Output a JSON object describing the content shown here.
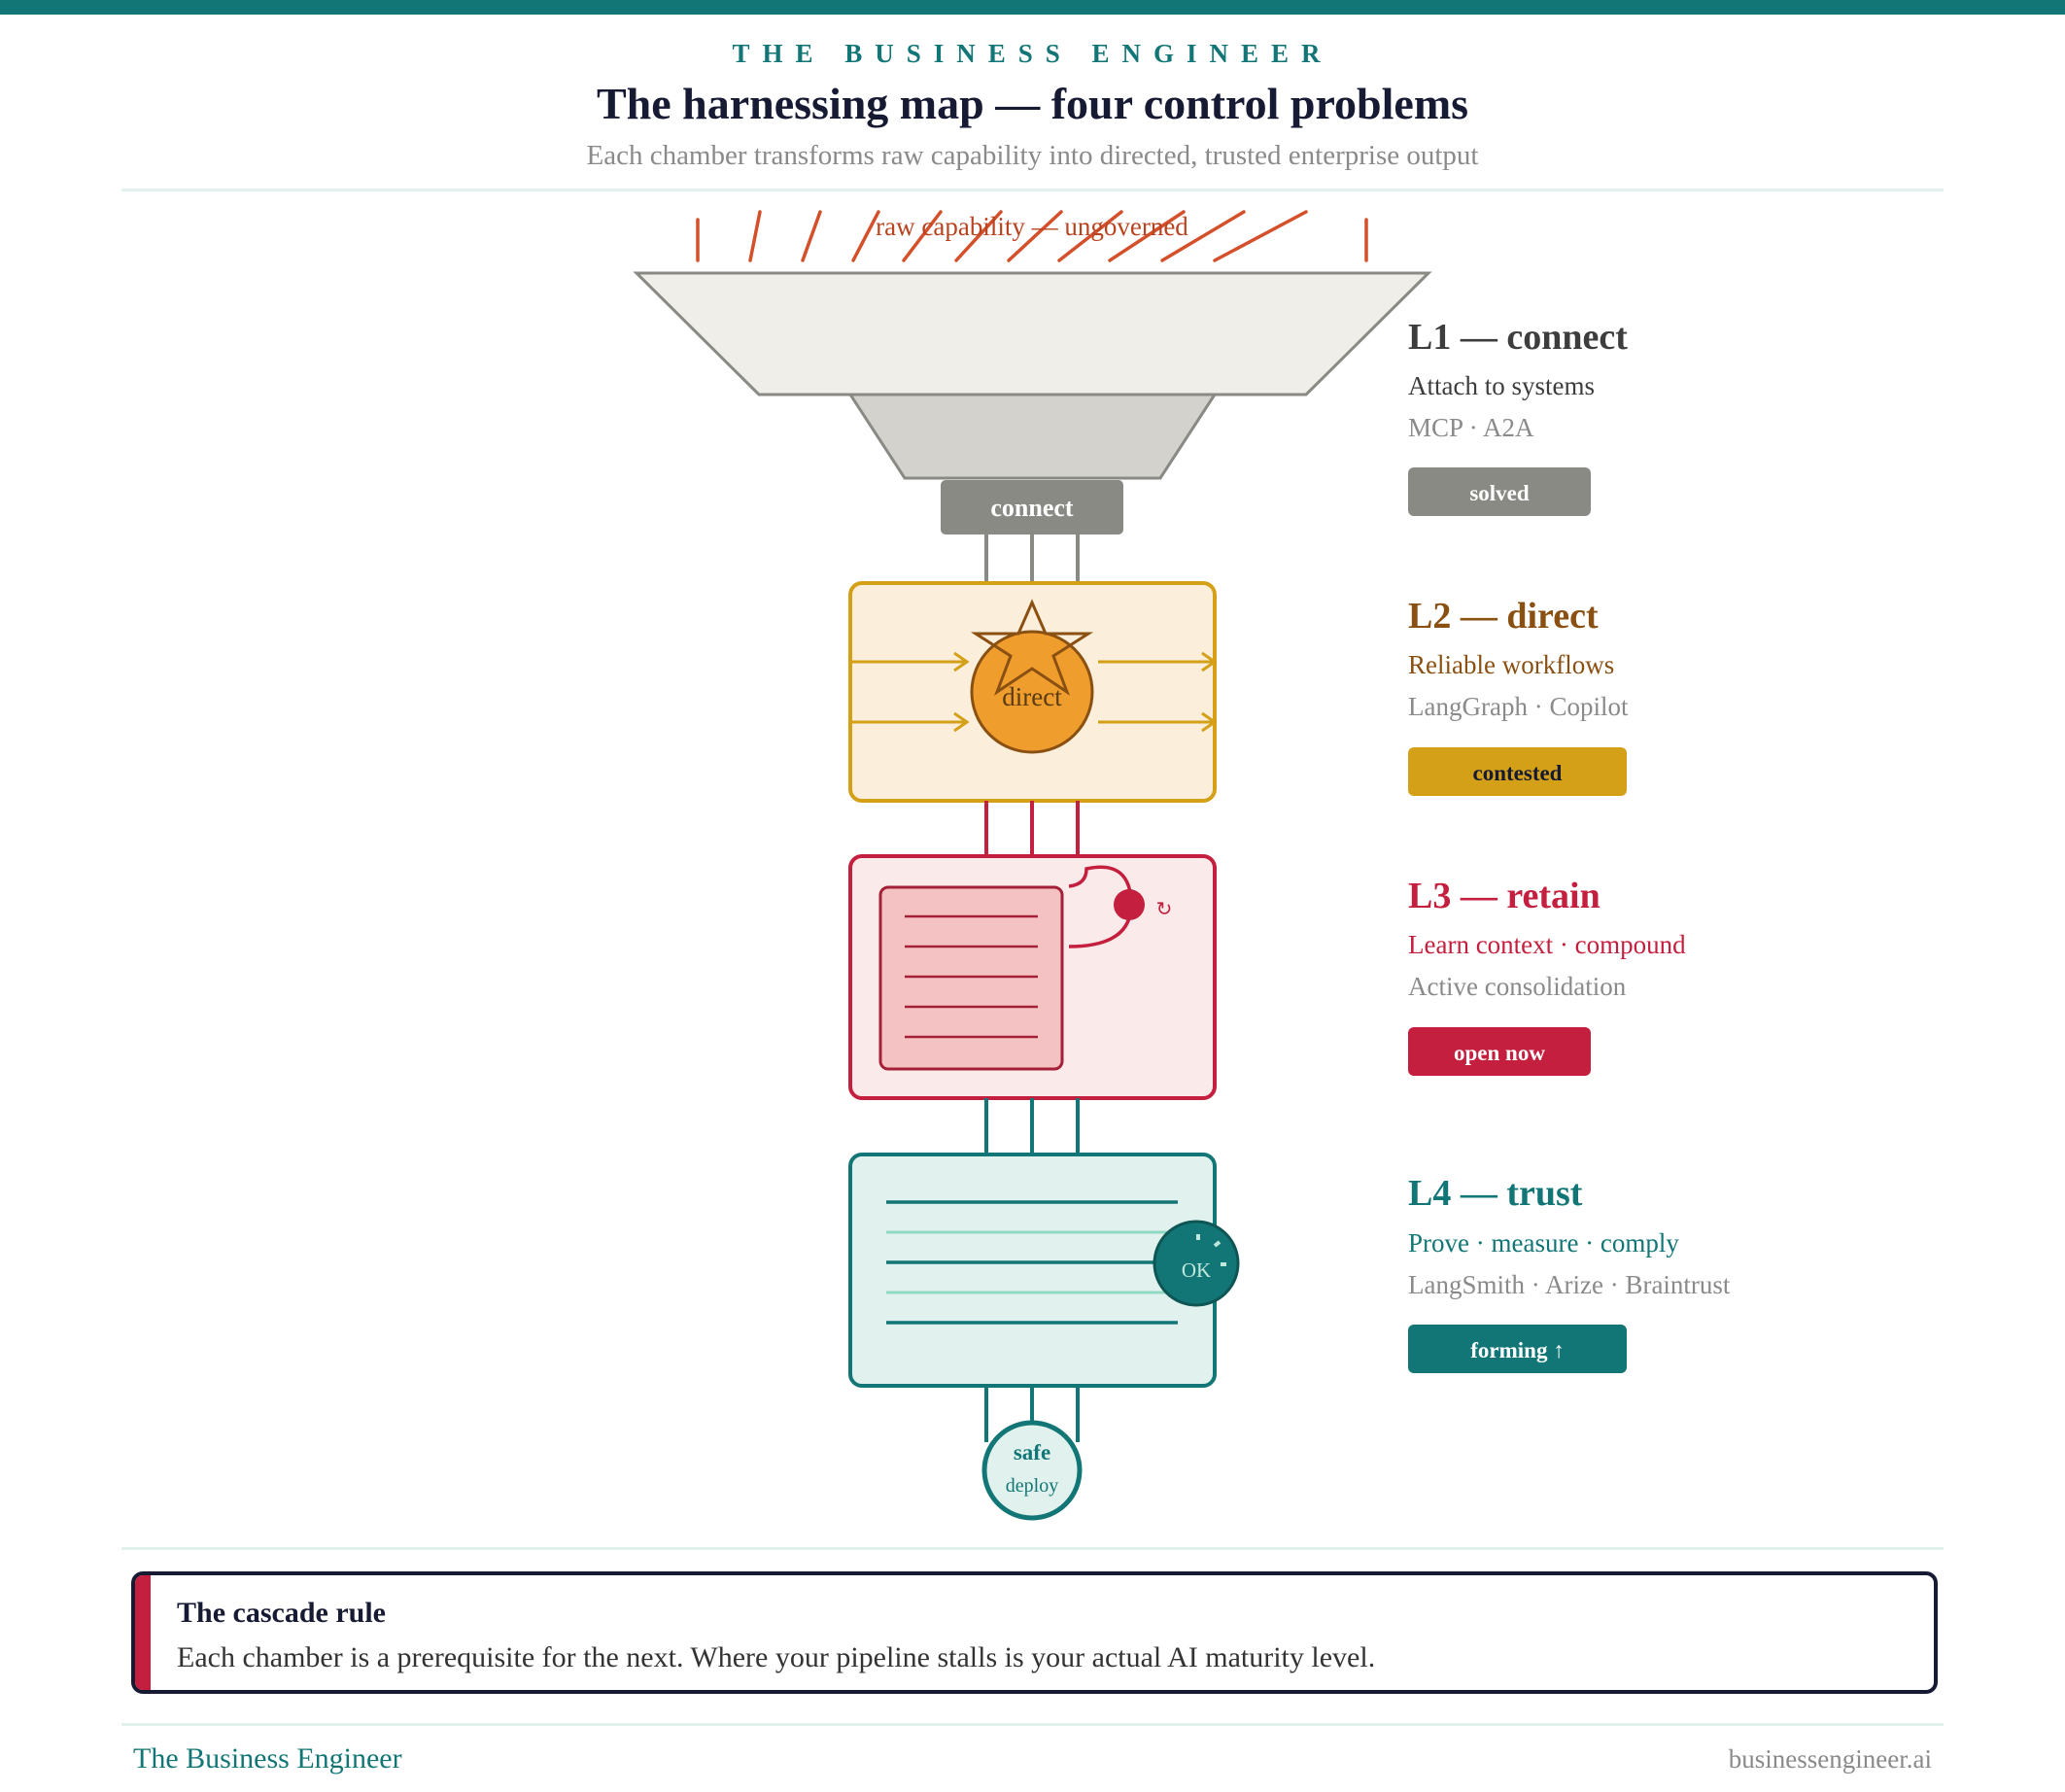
{
  "header": {
    "brand": "THE BUSINESS ENGINEER",
    "title": "The harnessing map — four control problems",
    "subtitle": "Each chamber transforms raw capability into directed, trusted enterprise output"
  },
  "diagram": {
    "intake_label": "raw capability — ungoverned",
    "connector_label": "connect",
    "direct_label": "direct",
    "ok_label": "OK",
    "retain_cycle_symbol": "↻",
    "output_label": "safe",
    "output_sublabel": "deploy"
  },
  "layers": [
    {
      "title": "L1 — connect",
      "description": "Attach to systems",
      "tools": "MCP · A2A",
      "status": "solved",
      "color": "#3d3d3d",
      "badge_color": "#8a8a84"
    },
    {
      "title": "L2 — direct",
      "description": "Reliable workflows",
      "tools": "LangGraph · Copilot",
      "status": "contested",
      "color": "#8a5012",
      "badge_color": "#d4a017"
    },
    {
      "title": "L3 — retain",
      "description": "Learn context · compound",
      "tools": "Active consolidation",
      "status": "open now",
      "color": "#c41f3e",
      "badge_color": "#c41f3e"
    },
    {
      "title": "L4 — trust",
      "description": "Prove · measure · comply",
      "tools": "LangSmith · Arize · Braintrust",
      "status": "forming ↑",
      "color": "#137676",
      "badge_color": "#137676"
    }
  ],
  "callout": {
    "title": "The cascade rule",
    "text": "Each chamber is a prerequisite for the next. Where your pipeline stalls is your actual AI maturity level."
  },
  "footer": {
    "brand": "The Business Engineer",
    "url": "businessengineer.ai"
  }
}
